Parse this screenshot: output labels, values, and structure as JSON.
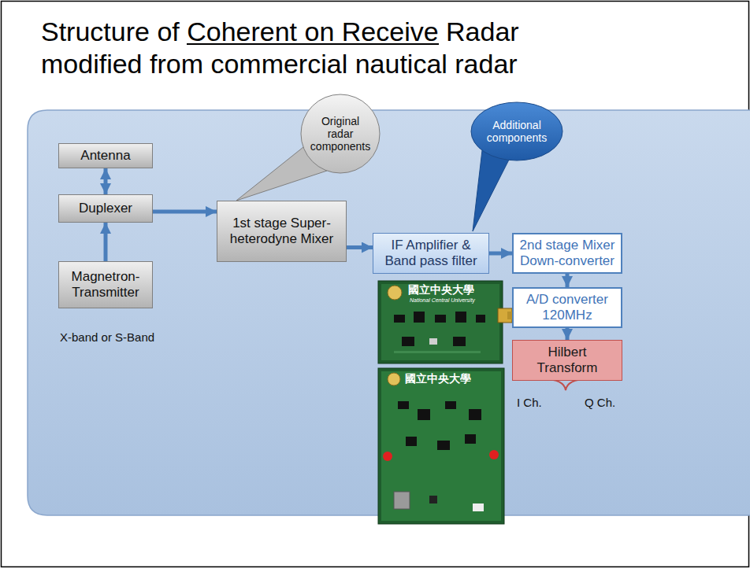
{
  "diagram": {
    "title": "Structure of Coherent on Receive Radar modified from commercial nautical radar",
    "nodes": [
      {
        "text": [
          "Original radar components"
        ]
      },
      {
        "text": [
          "Additional components"
        ]
      },
      {
        "text": [
          "Antenna"
        ]
      },
      {
        "text": [
          "Duplexer"
        ]
      },
      {
        "text": [
          "Magnetron-Transmitter"
        ]
      },
      {
        "text": [
          "1st stage Super-heterodyne Mixer"
        ]
      },
      {
        "text": [
          "IF Amplifier & Band pass filter"
        ]
      },
      {
        "text": [
          "2nd stage Mixer Down-converter"
        ]
      },
      {
        "text": [
          "A/D converter 120MHz"
        ]
      },
      {
        "text": [
          "Hilbert Transform"
        ]
      }
    ],
    "edges": [
      {
        "from": 2,
        "to": 3,
        "arrow": "both"
      },
      {
        "from": 4,
        "to": 3,
        "arrow": "to"
      },
      {
        "from": 3,
        "to": 5,
        "arrow": "to"
      },
      {
        "from": 5,
        "to": 6,
        "arrow": "to"
      },
      {
        "from": 6,
        "to": 7,
        "arrow": "to"
      },
      {
        "from": 7,
        "to": 8,
        "arrow": "to"
      },
      {
        "from": 8,
        "to": 9,
        "arrow": "to"
      }
    ],
    "labels": [
      "X-band or S-Band",
      "國立中央大學",
      "National Central University",
      "國立中央大學",
      "I Ch.",
      "Q Ch."
    ]
  }
}
